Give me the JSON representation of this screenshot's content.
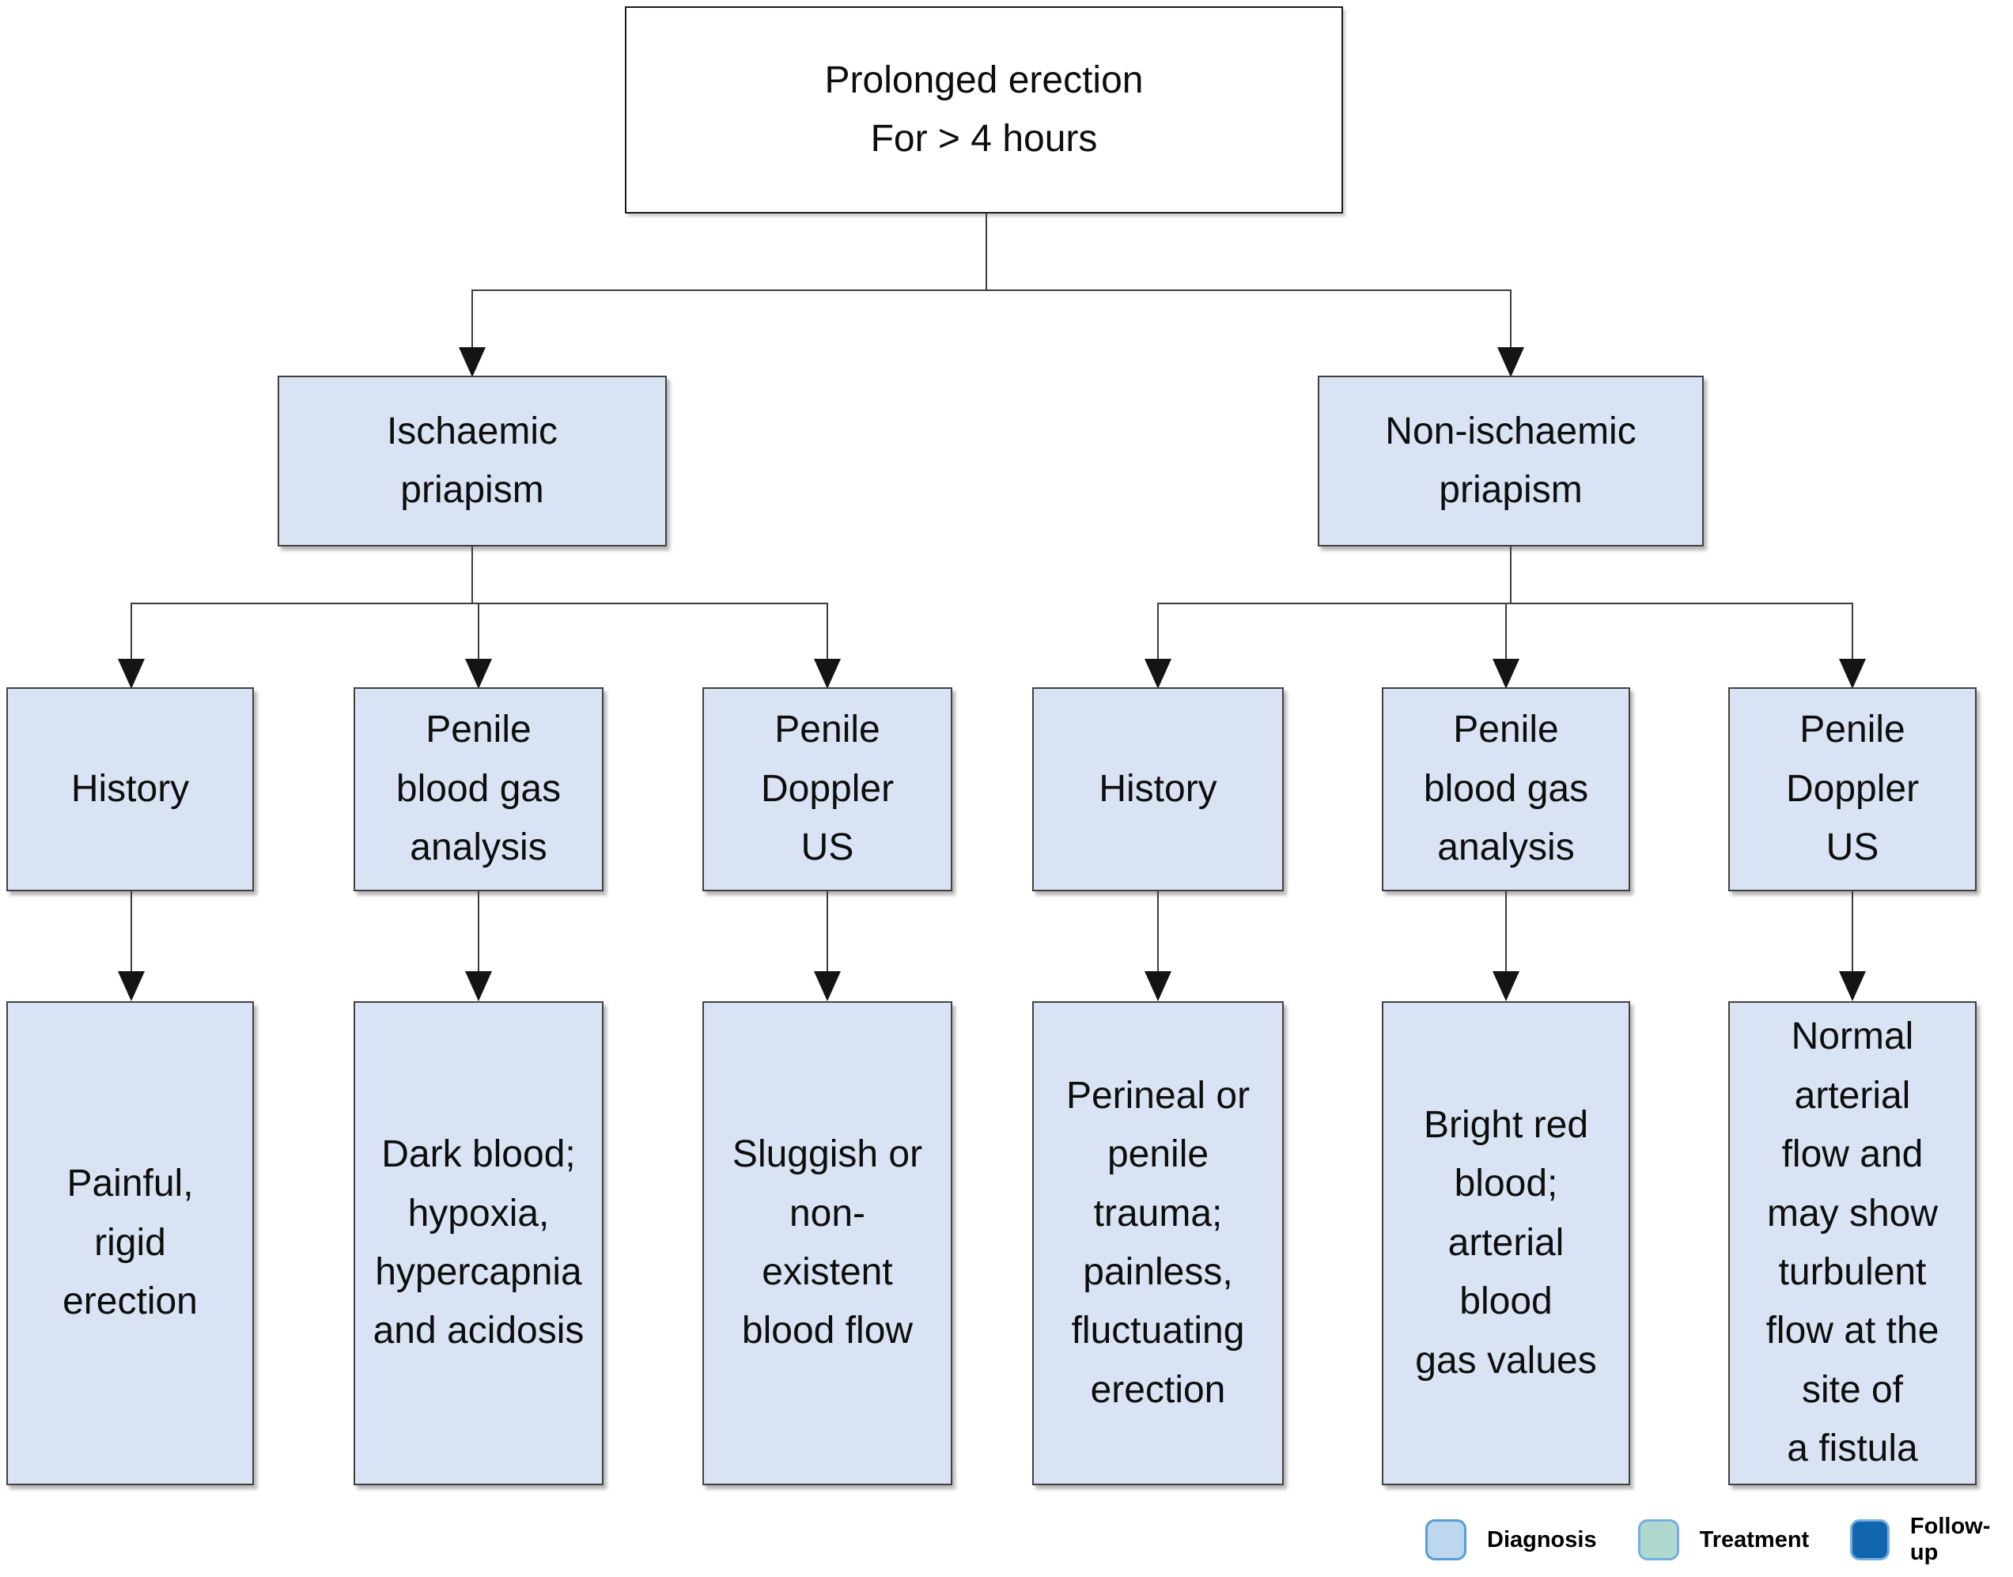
{
  "diagram": {
    "title_node": {
      "text": "Prolonged erection\nFor > 4 hours"
    },
    "branches": [
      {
        "label": "Ischaemic\npriapism",
        "children": [
          {
            "label": "History",
            "finding": "Painful,\nrigid\nerection"
          },
          {
            "label": "Penile\nblood gas\nanalysis",
            "finding": "Dark blood;\nhypoxia,\nhypercapnia\nand acidosis"
          },
          {
            "label": "Penile\nDoppler\nUS",
            "finding": "Sluggish or\nnon-\nexistent\nblood flow"
          }
        ]
      },
      {
        "label": "Non-ischaemic\npriapism",
        "children": [
          {
            "label": "History",
            "finding": "Perineal or\npenile\ntrauma;\npainless,\nfluctuating\nerection"
          },
          {
            "label": "Penile\nblood gas\nanalysis",
            "finding": "Bright red\nblood;\narterial\nblood\ngas values"
          },
          {
            "label": "Penile\nDoppler\nUS",
            "finding": "Normal\narterial\nflow and\nmay show\nturbulent\nflow at the\nsite of\na fistula"
          }
        ]
      }
    ]
  },
  "legend": {
    "items": [
      {
        "label": "Diagnosis",
        "fill": "#bdd7ee",
        "border": "#5b9bd5"
      },
      {
        "label": "Treatment",
        "fill": "#aed8d0",
        "border": "#74aee0"
      },
      {
        "label": "Follow-up",
        "fill": "#1166ae",
        "border": "#74aee0"
      }
    ]
  },
  "colors": {
    "box_fill": "#dae3f3",
    "box_border": "#404040",
    "connector": "#3d3d3d"
  }
}
